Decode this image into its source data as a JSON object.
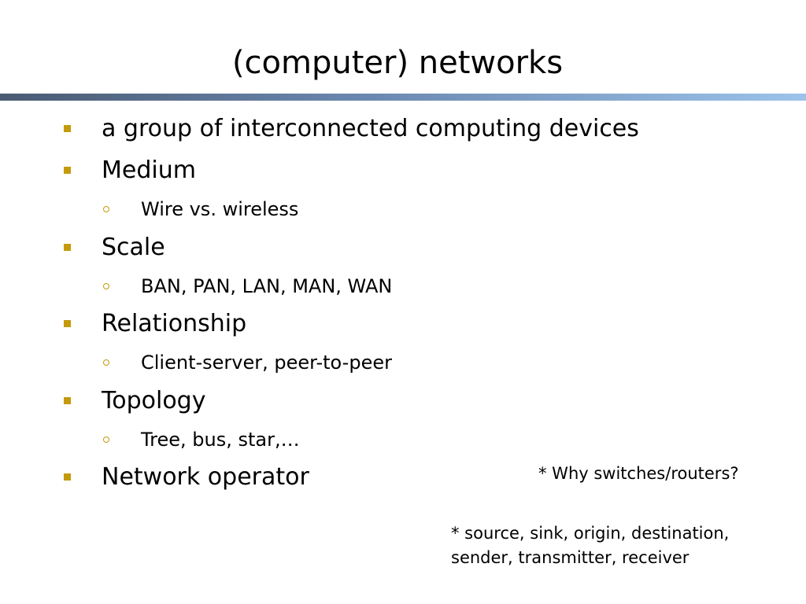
{
  "slide": {
    "title": "(computer) networks",
    "bullets": [
      {
        "level": 1,
        "text": "a group of interconnected computing devices"
      },
      {
        "level": 1,
        "text": "Medium"
      },
      {
        "level": 2,
        "text": "Wire vs. wireless"
      },
      {
        "level": 1,
        "text": "Scale"
      },
      {
        "level": 2,
        "text": "BAN, PAN, LAN, MAN, WAN"
      },
      {
        "level": 1,
        "text": "Relationship"
      },
      {
        "level": 2,
        "text": "Client-server, peer-to-peer"
      },
      {
        "level": 1,
        "text": "Topology"
      },
      {
        "level": 2,
        "text": "Tree, bus, star,…"
      },
      {
        "level": 1,
        "text": "Network operator"
      }
    ],
    "notes": {
      "why": "* Why switches/routers?",
      "source_line1": "* source, sink, origin, destination,",
      "source_line2": "sender, transmitter, receiver"
    },
    "colors": {
      "bullet": "#c49a0b",
      "rule_start": "#4a5b72",
      "rule_end": "#9cc3ea"
    }
  }
}
